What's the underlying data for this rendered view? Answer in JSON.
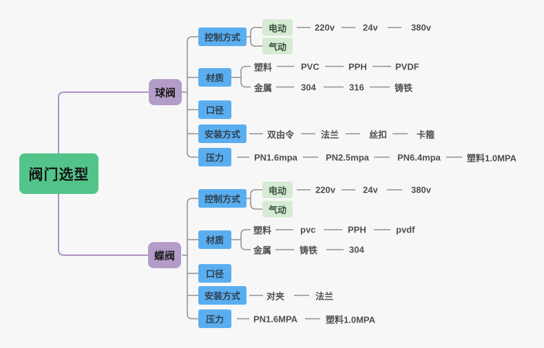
{
  "colors": {
    "root-bg": "#52c48a",
    "branch-bg": "#b49cc9",
    "topic-bg": "#5aaef0",
    "leaf-bg": "#d5ebd3",
    "branch-line": "#ab90c8",
    "gray-line": "#8f8f8f",
    "text-node": "#4f4f4f",
    "canvas-bg": "#f7f7f8"
  },
  "root": {
    "label": "阀门选型"
  },
  "branches": [
    {
      "label": "球阀",
      "topics": [
        {
          "label": "控制方式",
          "children": [
            {
              "label": "电动",
              "chain": [
                "220v",
                "24v",
                "380v"
              ]
            },
            {
              "label": "气动"
            }
          ]
        },
        {
          "label": "材质",
          "children": [
            {
              "label": "塑料",
              "chain": [
                "PVC",
                "PPH",
                "PVDF"
              ]
            },
            {
              "label": "金属",
              "chain": [
                "304",
                "316",
                "铸铁"
              ]
            }
          ]
        },
        {
          "label": "口径"
        },
        {
          "label": "安装方式",
          "chain": [
            "双由令",
            "法兰",
            "丝扣",
            "卡箍"
          ]
        },
        {
          "label": "压力",
          "chain": [
            "PN1.6mpa",
            "PN2.5mpa",
            "PN6.4mpa",
            "塑料1.0MPA"
          ]
        }
      ]
    },
    {
      "label": "蝶阀",
      "topics": [
        {
          "label": "控制方式",
          "children": [
            {
              "label": "电动",
              "chain": [
                "220v",
                "24v",
                "380v"
              ]
            },
            {
              "label": "气动"
            }
          ]
        },
        {
          "label": "材质",
          "children": [
            {
              "label": "塑料",
              "chain": [
                "pvc",
                "PPH",
                "pvdf"
              ]
            },
            {
              "label": "金属",
              "chain": [
                "铸铁",
                "304"
              ]
            }
          ]
        },
        {
          "label": "口径"
        },
        {
          "label": "安装方式",
          "chain": [
            "对夹",
            "法兰"
          ]
        },
        {
          "label": "压力",
          "chain": [
            "PN1.6MPA",
            "塑料1.0MPA"
          ]
        }
      ]
    }
  ]
}
